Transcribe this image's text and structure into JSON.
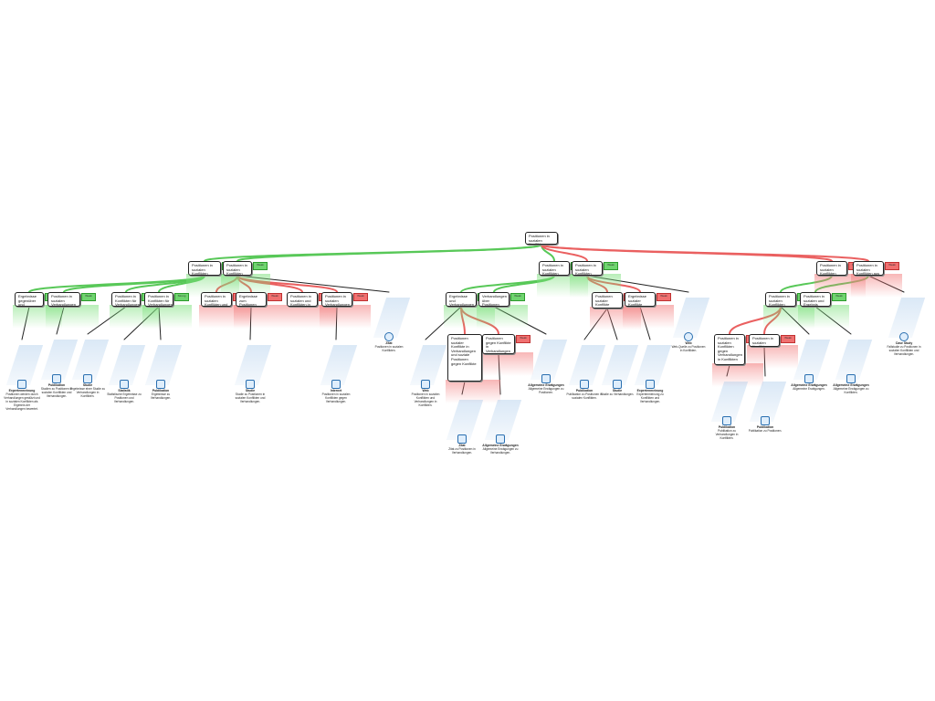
{
  "root": {
    "text": "Positionen in sozialen Konflikten gegen..."
  },
  "level1": [
    {
      "id": "a",
      "text": "Positionen in sozialen Konflikten stabilisieren emotionale Wirkung",
      "tag": "Weak",
      "tone": "g"
    },
    {
      "id": "b",
      "text": "Positionen in sozialen Konflikten gegen Verhandlungen",
      "tag": "Weak",
      "tone": "g"
    },
    {
      "id": "c",
      "text": "Positionen in sozialen Konflikten gegen sozial"
    },
    {
      "id": "d",
      "text": "Positionen in sozialen Konflikten gegen Verhandlungen in Konflikten",
      "tag": "Weak",
      "tone": "r"
    },
    {
      "id": "e",
      "text": "Positionen in sozialen Konflikten aus Konflikten",
      "tag": "Weak",
      "tone": "r"
    }
  ],
  "level2": [
    {
      "id": "a1",
      "text": "Ergebnisse gegenüber und Ergebnisse",
      "tag": "Strong",
      "tone": "g"
    },
    {
      "id": "a2",
      "text": "Positionen in sozialen Verhandlungen gegen Verhandlungen",
      "tag": "Weak",
      "tone": "g"
    },
    {
      "id": "a3",
      "text": "Positionen in Konflikten für Verhandlungen von Konflikten",
      "tag": "Strong",
      "tone": "g"
    },
    {
      "id": "a4",
      "text": "Positionen in sozialen Konflikten und Verhandlungen in Konflikten",
      "tag": "Weak",
      "tone": "r"
    },
    {
      "id": "a5",
      "text": "Ergebnisse zum Positionen Konflikten",
      "tag": "Weak",
      "tone": "r"
    },
    {
      "id": "a6",
      "text": "Positionen in sozialen und Konflikten in Konflikten",
      "tag": "Weak",
      "tone": "r"
    },
    {
      "id": "a7",
      "text": "Positionen in sozialen Verhandlungen",
      "tag": "Weak",
      "tone": "r"
    },
    {
      "id": "b1",
      "text": "Ergebnisse und Verhandlungen ergeben sich in Konflikten",
      "tag": "Strong",
      "tone": "g"
    },
    {
      "id": "b2",
      "text": "Verhandlungen über Positionen gegen Verhandlungen",
      "tag": "Weak",
      "tone": "g"
    },
    {
      "id": "b3",
      "text": "Positionen sozialer Konflikte gegen Verhandlungen in Konflikten",
      "tag": "Strong",
      "tone": "r"
    },
    {
      "id": "b4",
      "text": "Ergebnisse sozialer Konflikte gegen Verhandlungen von Konflikten",
      "tag": "Weak",
      "tone": "r"
    },
    {
      "id": "e1",
      "text": "Positionen in sozialen Konflikten",
      "tag": "Weak",
      "tone": "g"
    },
    {
      "id": "e2",
      "text": "Positionen in sozialen und Ergebnis Verhandlungen",
      "tag": "Weak",
      "tone": "g"
    }
  ],
  "level3": [
    {
      "id": "b11",
      "text": "Positionen sozialer Konflikte in Verhandlungen und soziale Positionen gegen Konflikte",
      "tag": "Weak",
      "tone": "r"
    },
    {
      "id": "b12",
      "text": "Positionen gegen Konflikte in Verhandlungen ergeben sich",
      "tag": "Weak",
      "tone": "r"
    },
    {
      "id": "e11",
      "text": "Positionen in sozialen Konflikten gegen Verhandlungen in Konflikten",
      "tag": "Weak",
      "tone": "r"
    },
    {
      "id": "e12",
      "text": "Positionen in sozialen Konflikten",
      "tag": "Weak",
      "tone": "r"
    }
  ],
  "evidence": [
    {
      "kind": "Expertenmeinung",
      "text": "Positionen werden durch Verhandlungen gestützt und in sozialen Konflikten als Ergebnis der Verhandlungen bewertet."
    },
    {
      "kind": "Publikation",
      "text": "Studien zu Positionen in sozialen Konflikten und Verhandlungen."
    },
    {
      "kind": "Studie",
      "text": "Ergebnisse einer Studie zu Verhandlungen in Konflikten."
    },
    {
      "kind": "Statistik",
      "text": "Statistische Ergebnisse zu Positionen und Verhandlungen."
    },
    {
      "kind": "Publikation",
      "text": "Ergebnisse zu Verhandlungen."
    },
    {
      "kind": "Studie",
      "text": "Studie zu Positionen in sozialen Konflikten und Verhandlungen."
    },
    {
      "kind": "Internet",
      "text": "Positionen in sozialen Konflikten gegen Verhandlungen."
    },
    {
      "kind": "Zitat",
      "text": "Positionen in sozialen Konflikten."
    },
    {
      "kind": "Web",
      "text": "Positionen in sozialen Konflikten und Verhandlungen in Konflikten."
    },
    {
      "kind": "Zitat",
      "text": "Zitat zu Positionen in Verhandlungen."
    },
    {
      "kind": "Allgemeine Erwägungen",
      "text": "Allgemeine Erwägungen zu Verhandlungen."
    },
    {
      "kind": "Allgemeine Erwägungen",
      "text": "Allgemeine Erwägungen zu Positionen."
    },
    {
      "kind": "Publikation",
      "text": "Publikation zu Positionen in sozialen Konflikten."
    },
    {
      "kind": "Studie",
      "text": "Studie zu Verhandlungen."
    },
    {
      "kind": "Expertenmeinung",
      "text": "Expertenmeinung zu Konflikten und Verhandlungen."
    },
    {
      "kind": "Web",
      "text": "Web-Quelle zu Positionen in Konflikten."
    },
    {
      "kind": "Publikation",
      "text": "Publikation zu Verhandlungen in Konflikten."
    },
    {
      "kind": "Publikation",
      "text": "Publikation zu Positionen."
    },
    {
      "kind": "Allgemeine Erwägungen",
      "text": "Allgemeine Erwägungen."
    },
    {
      "kind": "Allgemeine Erwägungen",
      "text": "Allgemeine Erwägungen zu Konflikten."
    },
    {
      "kind": "Case Study",
      "text": "Fallstudie zu Positionen in sozialen Konflikten und Verhandlungen."
    }
  ],
  "colors": {
    "pro": "#58c858",
    "con": "#ea6060",
    "line": "#222222"
  }
}
